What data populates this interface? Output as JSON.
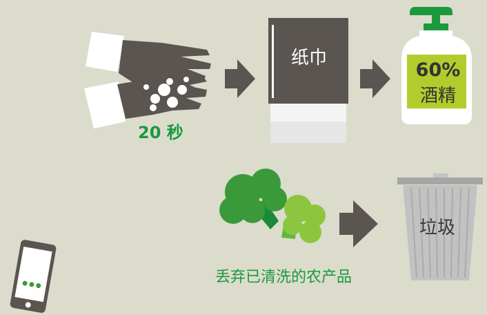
{
  "steps": {
    "wash_time": "20 秒",
    "tissue_label": "纸巾",
    "alcohol_percent": "60%",
    "alcohol_label": "酒精"
  },
  "disposal": {
    "trash_label": "垃圾",
    "caption": "丢弃已清洗的农产品"
  },
  "icons": [
    "washing-hands-icon",
    "arrow-right-icon",
    "tissue-box-icon",
    "sanitizer-bottle-icon",
    "broccoli-icon",
    "trash-can-icon",
    "smartphone-icon"
  ],
  "colors": {
    "background": "#dcdccd",
    "dark_gray": "#5a5550",
    "accent_green": "#1a9a3c",
    "lime": "#b2cc2c",
    "broccoli_light": "#8cc63f",
    "broccoli_dark": "#3a9a3a"
  }
}
